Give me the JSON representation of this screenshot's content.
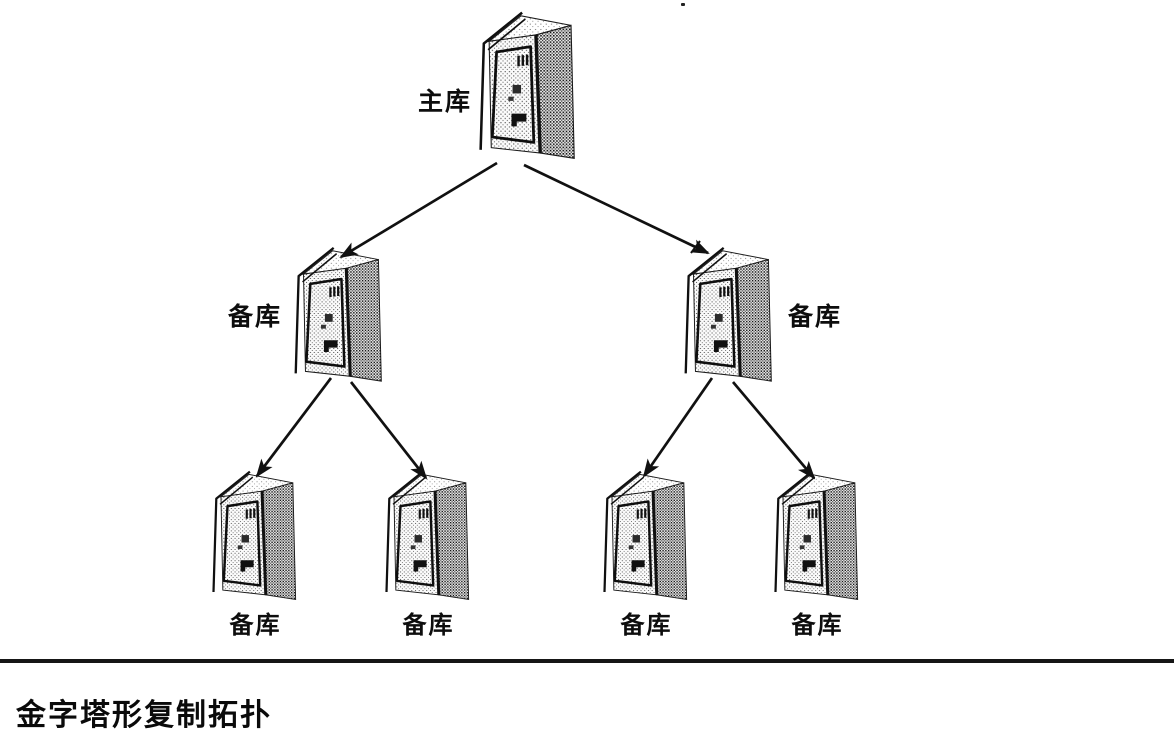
{
  "figure": {
    "caption": "金字塔形复制拓扑",
    "icon": "server-tower-icon",
    "colors": {
      "ink": "#111111",
      "background": "#ffffff"
    },
    "nodes": [
      {
        "id": "master",
        "label": "主库"
      },
      {
        "id": "relay-left",
        "label": "备库"
      },
      {
        "id": "relay-right",
        "label": "备库"
      },
      {
        "id": "leaf-1",
        "label": "备库"
      },
      {
        "id": "leaf-2",
        "label": "备库"
      },
      {
        "id": "leaf-3",
        "label": "备库"
      },
      {
        "id": "leaf-4",
        "label": "备库"
      }
    ],
    "edges": [
      {
        "from": "master",
        "to": "relay-left"
      },
      {
        "from": "master",
        "to": "relay-right"
      },
      {
        "from": "relay-left",
        "to": "leaf-1"
      },
      {
        "from": "relay-left",
        "to": "leaf-2"
      },
      {
        "from": "relay-right",
        "to": "leaf-3"
      },
      {
        "from": "relay-right",
        "to": "leaf-4"
      }
    ]
  }
}
